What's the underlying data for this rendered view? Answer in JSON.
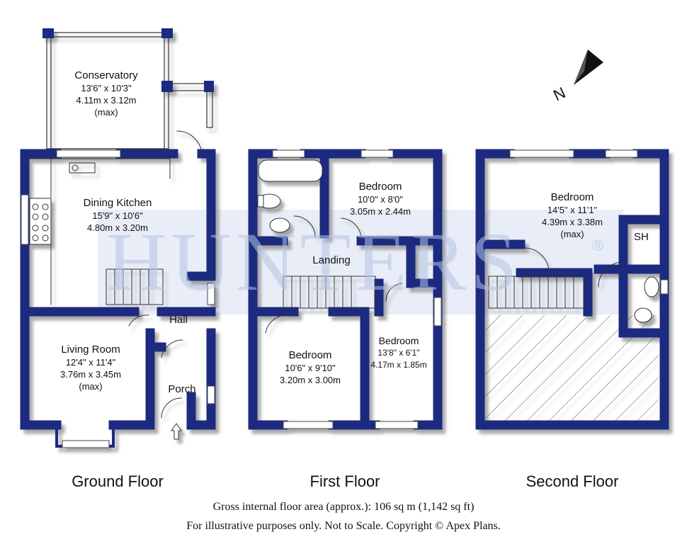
{
  "watermark": {
    "brand": "HUNTERS",
    "registered": "®"
  },
  "compass": {
    "letter": "N"
  },
  "ground_floor": {
    "label": "Ground Floor",
    "rooms": [
      {
        "name": "Conservatory",
        "imperial": "13'6\" x 10'3\"",
        "metric": "4.11m x 3.12m",
        "note": "(max)"
      },
      {
        "name": "Dining Kitchen",
        "imperial": "15'9\" x 10'6\"",
        "metric": "4.80m x 3.20m",
        "note": ""
      },
      {
        "name": "Hall"
      },
      {
        "name": "Living Room",
        "imperial": "12'4\" x 11'4\"",
        "metric": "3.76m x 3.45m",
        "note": "(max)"
      },
      {
        "name": "Porch"
      }
    ]
  },
  "first_floor": {
    "label": "First Floor",
    "rooms": [
      {
        "name": "Bedroom",
        "imperial": "10'0\" x 8'0\"",
        "metric": "3.05m x 2.44m"
      },
      {
        "name": "Landing"
      },
      {
        "name": "Bedroom",
        "imperial": "10'6\" x 9'10\"",
        "metric": "3.20m x 3.00m"
      },
      {
        "name": "Bedroom",
        "imperial": "13'8\" x 6'1\"",
        "metric": "4.17m x 1.85m"
      }
    ]
  },
  "second_floor": {
    "label": "Second Floor",
    "rooms": [
      {
        "name": "Bedroom",
        "imperial": "14'5\" x 11'1\"",
        "metric": "4.39m x 3.38m",
        "note": "(max)"
      },
      {
        "name": "SH"
      }
    ]
  },
  "footer": {
    "area": "Gross internal floor area (approx.): 106 sq m (1,142 sq ft)",
    "disclaimer": "For illustrative purposes only. Not to Scale. Copyright © Apex Plans."
  },
  "colors": {
    "wall": "#1a2a80",
    "wall_shadow": "#8a8fa8",
    "watermark": "#c8d2ea"
  }
}
